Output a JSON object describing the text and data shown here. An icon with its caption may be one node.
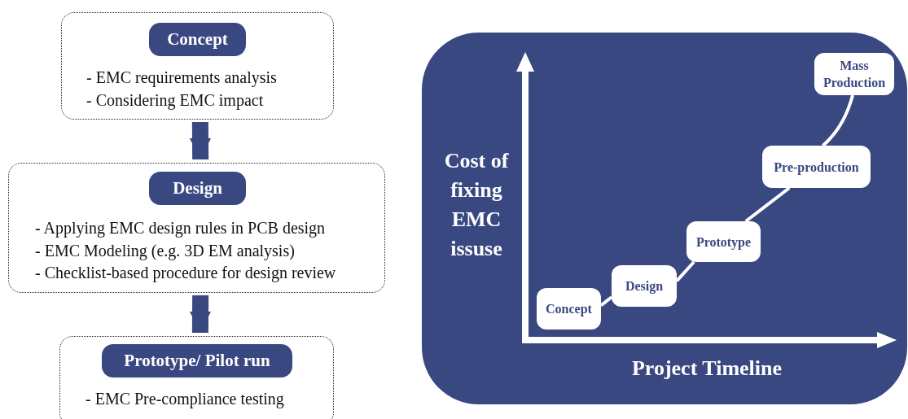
{
  "diagram": {
    "nodes": [
      {
        "text": [
          "- EMC requirements analysis",
          "- Considering EMC impact"
        ]
      },
      {
        "text": [
          "Concept"
        ],
        "in": 0
      },
      {
        "text": [
          "- Applying EMC design rules in PCB design",
          "- EMC Modeling (e.g. 3D EM analysis)",
          "- Checklist-based procedure for design review"
        ]
      },
      {
        "text": [
          "Design"
        ],
        "in": 2
      },
      {
        "text": [
          "- EMC Pre-compliance testing"
        ]
      },
      {
        "text": [
          "Prototype/ Pilot run"
        ],
        "in": 4
      },
      {
        "text": [
          "Cost of fixing EMC issuse",
          "Project Timeline"
        ]
      },
      {
        "text": [
          "Concept"
        ],
        "in": 6
      },
      {
        "text": [
          "Design"
        ],
        "in": 6
      },
      {
        "text": [
          "Prototype"
        ],
        "in": 6
      },
      {
        "text": [
          "Pre-production"
        ],
        "in": 6
      },
      {
        "text": [
          "Mass Production"
        ],
        "in": 6
      }
    ],
    "edges": [
      {
        "from": 0,
        "to": 2,
        "arrow": "to",
        "style": "thick",
        "color": "#3a4882"
      },
      {
        "from": 2,
        "to": 4,
        "arrow": "to",
        "style": "thick",
        "color": "#3a4882"
      },
      {
        "from": 7,
        "to": 8,
        "arrow": "none"
      },
      {
        "from": 8,
        "to": 9,
        "arrow": "none"
      },
      {
        "from": 9,
        "to": 10,
        "arrow": "none"
      },
      {
        "from": 10,
        "to": 11,
        "arrow": "none"
      }
    ]
  }
}
